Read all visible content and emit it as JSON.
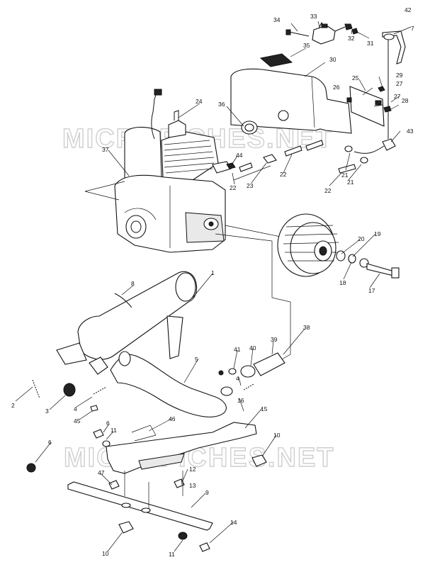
{
  "watermark": "MICROFICHES.NET",
  "callouts": [
    {
      "id": "c34",
      "text": "34"
    },
    {
      "id": "c33",
      "text": "33"
    },
    {
      "id": "c32",
      "text": "32"
    },
    {
      "id": "c31",
      "text": "31"
    },
    {
      "id": "c35",
      "text": "35"
    },
    {
      "id": "c42",
      "text": "42"
    },
    {
      "id": "c7",
      "text": "7"
    },
    {
      "id": "c30",
      "text": "30"
    },
    {
      "id": "c25",
      "text": "25"
    },
    {
      "id": "c29",
      "text": "29"
    },
    {
      "id": "c27a",
      "text": "27"
    },
    {
      "id": "c26",
      "text": "26"
    },
    {
      "id": "c27b",
      "text": "27"
    },
    {
      "id": "c28",
      "text": "28"
    },
    {
      "id": "c36",
      "text": "36"
    },
    {
      "id": "c24",
      "text": "24"
    },
    {
      "id": "c43",
      "text": "43"
    },
    {
      "id": "c37",
      "text": "37"
    },
    {
      "id": "c44",
      "text": "44"
    },
    {
      "id": "c22a",
      "text": "22"
    },
    {
      "id": "c23",
      "text": "23"
    },
    {
      "id": "c22b",
      "text": "22"
    },
    {
      "id": "c21a",
      "text": "21"
    },
    {
      "id": "c21b",
      "text": "21"
    },
    {
      "id": "c22c",
      "text": "22"
    },
    {
      "id": "c20",
      "text": "20"
    },
    {
      "id": "c19",
      "text": "19"
    },
    {
      "id": "c18",
      "text": "18"
    },
    {
      "id": "c17",
      "text": "17"
    },
    {
      "id": "c1",
      "text": "1"
    },
    {
      "id": "c8",
      "text": "8"
    },
    {
      "id": "c39",
      "text": "39"
    },
    {
      "id": "c38",
      "text": "38"
    },
    {
      "id": "c41",
      "text": "41"
    },
    {
      "id": "c40",
      "text": "40"
    },
    {
      "id": "c5",
      "text": "5"
    },
    {
      "id": "c4a",
      "text": "4"
    },
    {
      "id": "c2",
      "text": "2"
    },
    {
      "id": "c3",
      "text": "3"
    },
    {
      "id": "c4b",
      "text": "4"
    },
    {
      "id": "c45",
      "text": "45"
    },
    {
      "id": "c16",
      "text": "16"
    },
    {
      "id": "c15",
      "text": "15"
    },
    {
      "id": "c46",
      "text": "46"
    },
    {
      "id": "c6a",
      "text": "6"
    },
    {
      "id": "c11a",
      "text": "11"
    },
    {
      "id": "c10a",
      "text": "10"
    },
    {
      "id": "c6b",
      "text": "6"
    },
    {
      "id": "c12",
      "text": "12"
    },
    {
      "id": "c47",
      "text": "47"
    },
    {
      "id": "c13",
      "text": "13"
    },
    {
      "id": "c9",
      "text": "9"
    },
    {
      "id": "c14",
      "text": "14"
    },
    {
      "id": "c10b",
      "text": "10"
    },
    {
      "id": "c11b",
      "text": "11"
    }
  ]
}
